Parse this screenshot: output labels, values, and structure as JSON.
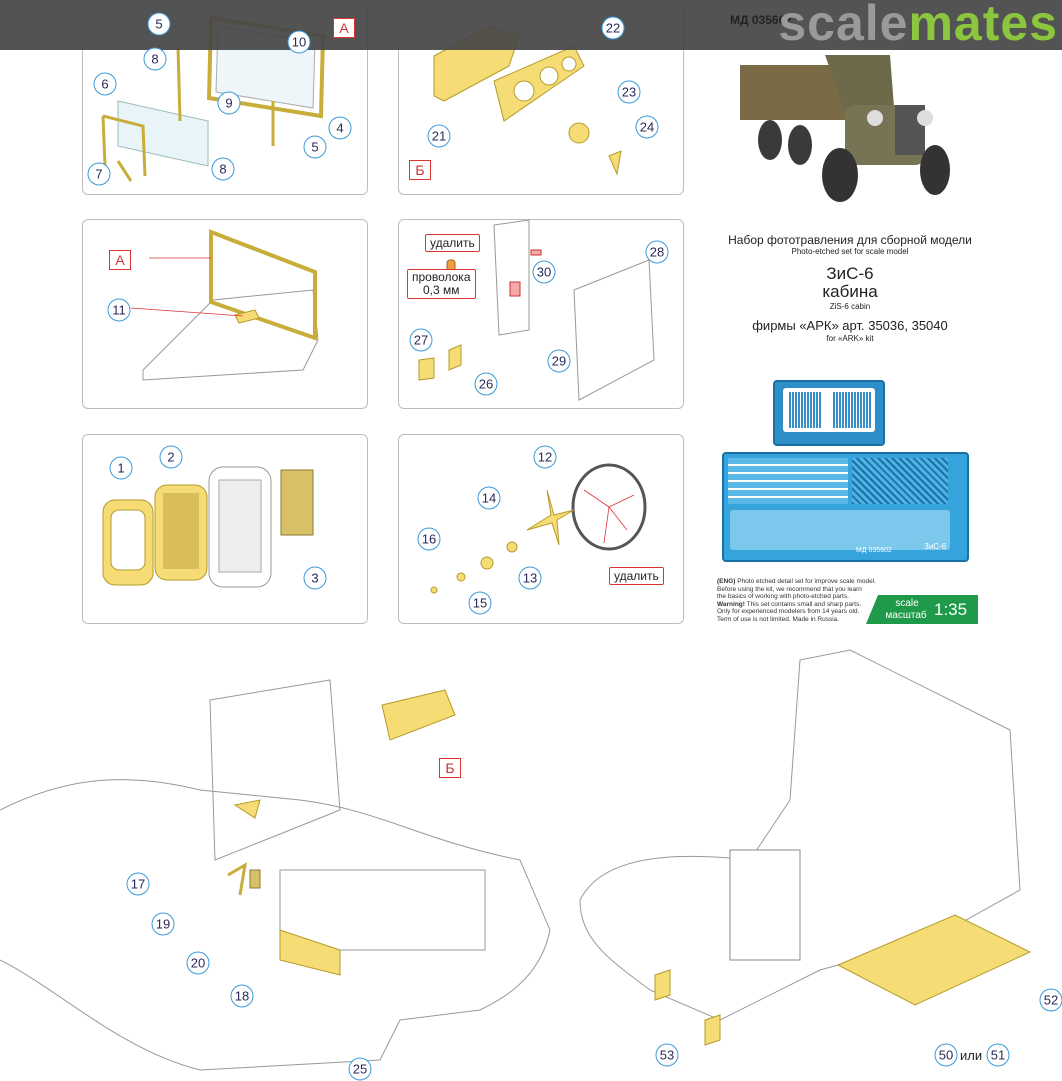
{
  "header": {
    "code": "МД 035602",
    "logo_part1": "scale",
    "logo_part2": "mates"
  },
  "info": {
    "title_ru": "Набор фототравления для сборной модели",
    "title_en": "Photo-etched set for scale model",
    "model": "ЗиС-6",
    "subject_ru": "кабина",
    "subject_en": "ZiS-6 cabin",
    "kit_ru": "фирмы «АРК» арт. 35036, 35040",
    "kit_en": "for «ARK» kit",
    "fret_label": "ЗиС-6",
    "fret_code": "МД 035602",
    "notes": {
      "eng_tag": "(ENG)",
      "line1": "Photo etched detail set for improve scale model.",
      "line2": "Before using the kit, we recommend that you learn",
      "line3": "the basics of working with photo-etched parts.",
      "warning_tag": "Warning!",
      "line4": "This set contains small and sharp parts.",
      "line5": "Only for experienced modelers from 14 years old.",
      "line6": "Term of use is not limited. Made in Russia."
    },
    "scale": {
      "label_en": "scale",
      "label_ru": "масштаб",
      "value": "1:35",
      "color": "#1f9a4a"
    }
  },
  "panels": {
    "p1": {
      "tag": "А",
      "parts": [
        "5",
        "10",
        "8",
        "6",
        "9",
        "4",
        "5",
        "7",
        "8"
      ]
    },
    "p2": {
      "tag": "Б",
      "parts": [
        "22",
        "21",
        "23",
        "24"
      ]
    },
    "p3": {
      "tag": "А",
      "parts": [
        "11"
      ]
    },
    "p4": {
      "remove": "удалить",
      "wire1": "проволока",
      "wire2": "0,3 мм",
      "parts": [
        "30",
        "28",
        "27",
        "26",
        "29"
      ]
    },
    "p5": {
      "parts": [
        "1",
        "2",
        "3"
      ]
    },
    "p6": {
      "remove": "удалить",
      "parts": [
        "12",
        "14",
        "16",
        "13",
        "15"
      ]
    }
  },
  "bottom_left": {
    "tag": "Б",
    "parts": [
      "17",
      "19",
      "20",
      "18",
      "25"
    ]
  },
  "bottom_right": {
    "parts": [
      "52",
      "53",
      "50",
      "51"
    ],
    "or": "или"
  }
}
